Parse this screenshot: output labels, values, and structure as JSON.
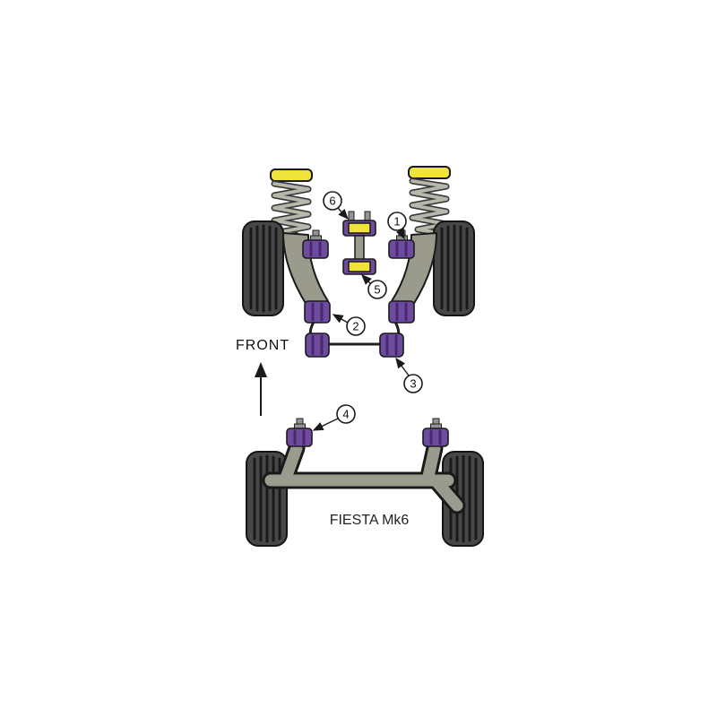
{
  "diagram": {
    "title": "FIESTA Mk6",
    "front_label": "FRONT",
    "callouts": [
      {
        "num": "1"
      },
      {
        "num": "2"
      },
      {
        "num": "3"
      },
      {
        "num": "4"
      },
      {
        "num": "5"
      },
      {
        "num": "6"
      }
    ],
    "colors": {
      "bush_purple": "#6f4ba0",
      "bush_purple_dark": "#462a6e",
      "mount_yellow": "#f0e43a",
      "arm_gray": "#9b9b8d",
      "spring_gray": "#b7b7ab",
      "tire_gray": "#474747",
      "outline_black": "#1a1a1a"
    }
  }
}
